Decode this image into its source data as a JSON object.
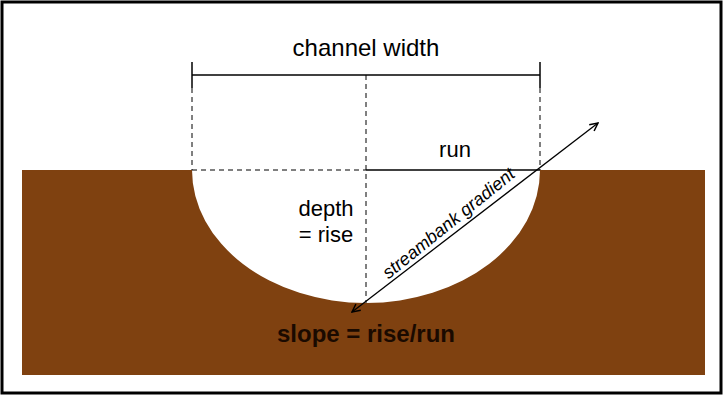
{
  "diagram": {
    "labels": [
      "channel width",
      "run",
      "depth = rise",
      "streambank gradient",
      "slope = rise/run"
    ]
  }
}
